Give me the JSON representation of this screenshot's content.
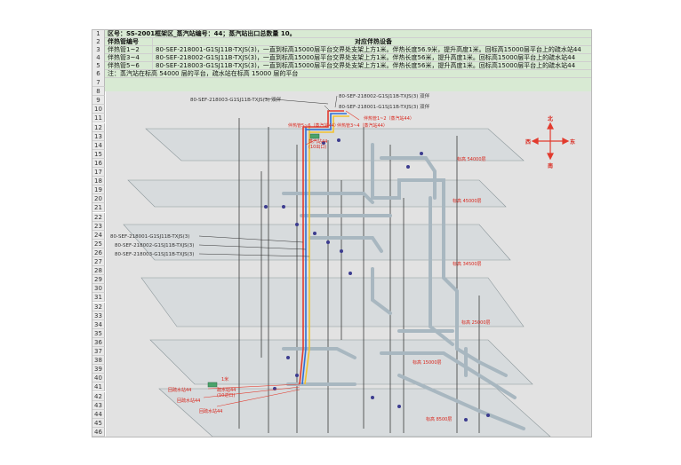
{
  "rows": {
    "r1": {
      "num": "1",
      "text": "区号：SS-2001框架区_蒸汽站编号：44；蒸汽站出口总数量 10。"
    },
    "r2": {
      "num": "2",
      "c1": "伴热管编号",
      "c2": "对应伴热设备"
    },
    "r3": {
      "num": "3",
      "c1": "伴热管1~2",
      "c2": "80-SEF-218001-G1SJ11B-TXJS(3)，一直到标高15000层平台交界处支架上方1米。伴热长度56.9米，提升高度1米。回标高15000层平台上的疏水站44"
    },
    "r4": {
      "num": "4",
      "c1": "伴热管3~4",
      "c2": "80-SEF-218002-G1SJ11B-TXJS(3)，一直到标高15000层平台交界处支架上方1米。伴热长度56米，提升高度1米。回标高15000层平台上的疏水站44"
    },
    "r5": {
      "num": "5",
      "c1": "伴热管5~6",
      "c2": "80-SEF-218003-G1SJ11B-TXJS(3)，一直到标高15000层平台交界处支架上方1米。伴热长度56米，提升高度1米。回标高15000层平台上的疏水站44"
    },
    "r6": {
      "num": "6",
      "text": "注：蒸汽站在标高 54000 层的平台，疏水站在标高 15000 层的平台"
    }
  },
  "row_numbers": [
    "7",
    "8",
    "9",
    "10",
    "11",
    "12",
    "13",
    "14",
    "15",
    "16",
    "17",
    "18",
    "19",
    "20",
    "21",
    "22",
    "23",
    "24",
    "25",
    "26",
    "27",
    "28",
    "29",
    "30",
    "31",
    "32",
    "33",
    "34",
    "35",
    "36",
    "37",
    "38",
    "39",
    "40",
    "41",
    "42",
    "43",
    "44",
    "45",
    "46"
  ],
  "model": {
    "labels": {
      "top1": "80-SEF-218002-G1SJ11B-TXJS(3) 双伴",
      "top2": "80-SEF-218003-G1SJ11B-TXJS(3) 双伴",
      "top3": "80-SEF-218001-G1SJ11B-TXJS(3) 双伴",
      "tracer12": "伴热管1~2（蒸汽站44）",
      "tracer34": "伴热管3~4（蒸汽站44）",
      "tracer56": "伴热管5~6（蒸汽站44）",
      "station_top_a": "蒸汽站44",
      "station_top_b": "(10出口)",
      "left1": "80-SEF-218001-G1SJ11B-TXJS(3)",
      "left2": "80-SEF-218002-G1SJ11B-TXJS(3)",
      "left3": "80-SEF-218003-G1SJ11B-TXJS(3)",
      "el54000": "标高 54000层",
      "el45000": "标高 45000层",
      "el34500": "标高 34500层",
      "el25000": "标高 25000层",
      "el15000": "标高 15000层",
      "el8500": "标高 8500层",
      "trap_a": "回疏水站44",
      "trap_b": "回疏水站44",
      "trap_c": "回疏水站44",
      "one_m": "1米",
      "station_bot_a": "疏水站44",
      "station_bot_b": "(10进口)"
    },
    "compass": {
      "north": "北",
      "south": "南",
      "east": "东",
      "west": "西"
    }
  },
  "colors": {
    "tracer_red": "#e23b2e",
    "tracer_blue": "#2f6fd6",
    "tracer_yellow": "#f2c230",
    "label_red": "#d9261c",
    "pipe": "#a8b7c0"
  }
}
